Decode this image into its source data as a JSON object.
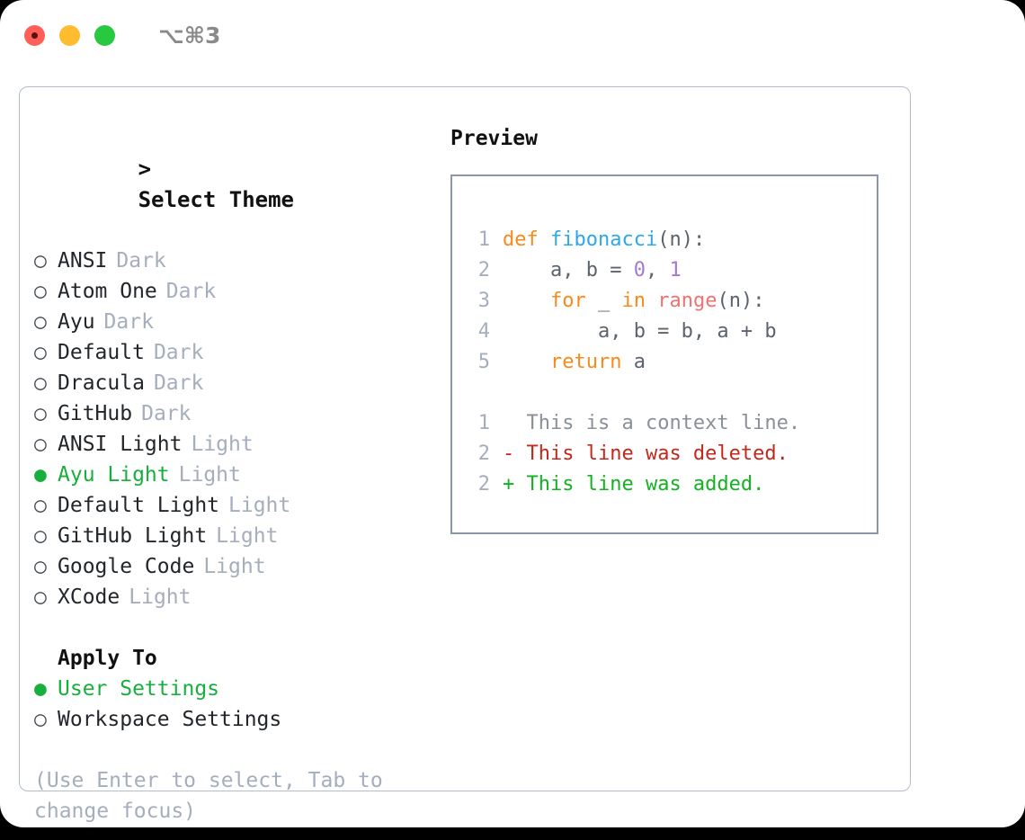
{
  "window": {
    "shortcut_badge": "⌥⌘3",
    "traffic_lights": [
      "close-dot",
      "minimize-dot",
      "maximize-dot"
    ]
  },
  "colors": {
    "accent_green": "#18b03c",
    "muted_gray": "#a5aebc",
    "panel_border": "#b3bcc8",
    "preview_border": "#8b97a8",
    "keyword_orange": "#f98a19",
    "function_blue": "#2da7ee",
    "number_purple": "#a37acc",
    "builtin_red": "#f07171",
    "diff_delete_red": "#c4281c",
    "diff_add_green": "#13b223"
  },
  "theme_selector": {
    "header_prefix": ">",
    "header": "Select Theme",
    "marker_selected": "●",
    "marker_unselected": "○",
    "items": [
      {
        "name": "ANSI",
        "tag": "Dark",
        "selected": false
      },
      {
        "name": "Atom One",
        "tag": "Dark",
        "selected": false
      },
      {
        "name": "Ayu",
        "tag": "Dark",
        "selected": false
      },
      {
        "name": "Default",
        "tag": "Dark",
        "selected": false
      },
      {
        "name": "Dracula",
        "tag": "Dark",
        "selected": false
      },
      {
        "name": "GitHub",
        "tag": "Dark",
        "selected": false
      },
      {
        "name": "ANSI Light",
        "tag": "Light",
        "selected": false
      },
      {
        "name": "Ayu Light",
        "tag": "Light",
        "selected": true
      },
      {
        "name": "Default Light",
        "tag": "Light",
        "selected": false
      },
      {
        "name": "GitHub Light",
        "tag": "Light",
        "selected": false
      },
      {
        "name": "Google Code",
        "tag": "Light",
        "selected": false
      },
      {
        "name": "XCode",
        "tag": "Light",
        "selected": false
      }
    ]
  },
  "apply_to": {
    "header": "Apply To",
    "options": [
      {
        "label": "User Settings",
        "selected": true
      },
      {
        "label": "Workspace Settings",
        "selected": false
      }
    ]
  },
  "hint": "(Use Enter to select, Tab to change focus)",
  "preview": {
    "title": "Preview",
    "code_lines": [
      {
        "number": "1",
        "tokens": [
          {
            "text": "def ",
            "type": "kw"
          },
          {
            "text": "fibonacci",
            "type": "fn"
          },
          {
            "text": "(n):",
            "type": "pln"
          }
        ]
      },
      {
        "number": "2",
        "tokens": [
          {
            "text": "    a, b = ",
            "type": "pln"
          },
          {
            "text": "0",
            "type": "num"
          },
          {
            "text": ", ",
            "type": "pln"
          },
          {
            "text": "1",
            "type": "num"
          }
        ]
      },
      {
        "number": "3",
        "tokens": [
          {
            "text": "    ",
            "type": "pln"
          },
          {
            "text": "for",
            "type": "kw"
          },
          {
            "text": " _ ",
            "type": "pln"
          },
          {
            "text": "in",
            "type": "kw"
          },
          {
            "text": " ",
            "type": "pln"
          },
          {
            "text": "range",
            "type": "call"
          },
          {
            "text": "(n):",
            "type": "pln"
          }
        ]
      },
      {
        "number": "4",
        "tokens": [
          {
            "text": "        a, b = b, a + b",
            "type": "pln"
          }
        ]
      },
      {
        "number": "5",
        "tokens": [
          {
            "text": "    ",
            "type": "pln"
          },
          {
            "text": "return",
            "type": "kw"
          },
          {
            "text": " a",
            "type": "pln"
          }
        ]
      }
    ],
    "diff_lines": [
      {
        "number": "1",
        "sign": " ",
        "text": "This is a context line.",
        "kind": "ctx"
      },
      {
        "number": "2",
        "sign": "-",
        "text": "This line was deleted.",
        "kind": "del"
      },
      {
        "number": "2",
        "sign": "+",
        "text": "This line was added.",
        "kind": "add"
      }
    ]
  }
}
